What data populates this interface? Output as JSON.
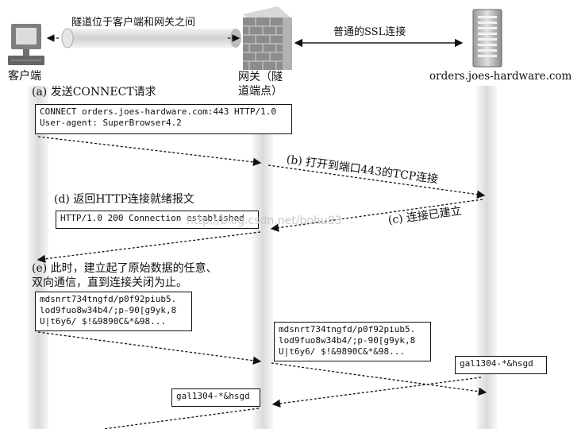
{
  "actors": {
    "client": "客户端",
    "gateway": "网关（隧\n道端点）",
    "server": "orders.joes-hardware.com"
  },
  "top_links": {
    "tunnel": "隧道位于客户端和网关之间",
    "ssl": "普通的SSL连接"
  },
  "steps": {
    "a": "(a) 发送CONNECT请求",
    "b": "(b) 打开到端口443的TCP连接",
    "c": "(c) 连接已建立",
    "d": "(d) 返回HTTP连接就绪报文",
    "e": "(e) 此时，建立起了原始数据的任意、\n双向通信，直到连接关闭为止。"
  },
  "messages": {
    "connect": "CONNECT orders.joes-hardware.com:443 HTTP/1.0\nUser-agent: SuperBrowser4.2",
    "established": "HTTP/1.0 200 Connection established",
    "raw_client": "mdsnrt734tngfd/p0f92piub5.\nlod9fuo8w34b4/;p-90[g9yk,8\nU|t6y6/ $!&9890C&*&98...",
    "raw_gateway": "mdsnrt734tngfd/p0f92piub5.\nlod9fuo8w34b4/;p-90[g9yk,8\nU|t6y6/ $!&9890C&*&98...",
    "reply_server": "gal1304-*&hsgd",
    "reply_gateway": "gal1304-*&hsgd"
  },
  "watermark": "http://blog.csdn.net/bohu83"
}
